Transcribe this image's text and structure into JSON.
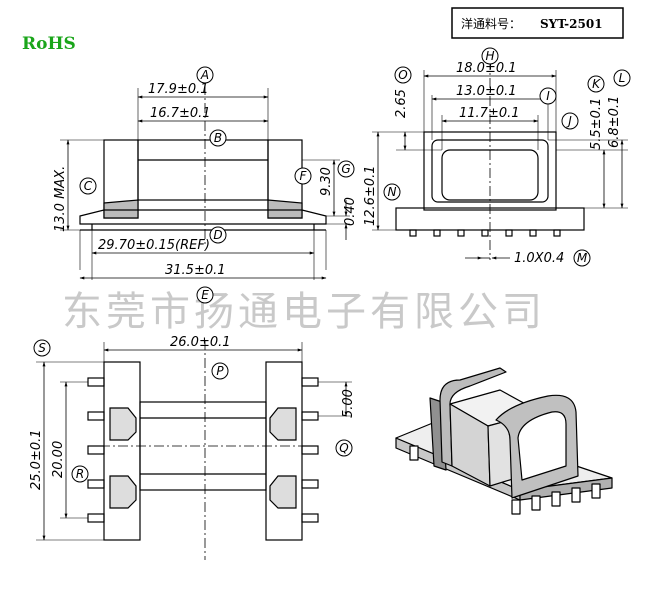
{
  "header": {
    "rohs": "RoHS",
    "part_label": "洋通料号：",
    "part_number": "SYT-2501"
  },
  "watermark": "东莞市扬通电子有限公司",
  "front_view": {
    "dim_A": "17.9±0.1",
    "dim_B": "16.7±0.1",
    "dim_C": "13.0 MAX.",
    "dim_F": "9.30",
    "dim_G": "0.40",
    "dim_D": "29.70±0.15(REF)",
    "dim_E": "31.5±0.1",
    "circles": [
      "A",
      "B",
      "C",
      "D",
      "E",
      "F",
      "G"
    ]
  },
  "side_view": {
    "dim_H": "18.0±0.1",
    "dim_I": "13.0±0.1",
    "dim_J": "11.7±0.1",
    "dim_O": "2.65",
    "dim_K": "5.5±0.1",
    "dim_L": "6.8±0.1",
    "dim_N": "12.6±0.1",
    "dim_M": "1.0X0.4",
    "circles": [
      "H",
      "I",
      "J",
      "K",
      "L",
      "M",
      "N",
      "O"
    ]
  },
  "top_view": {
    "dim_P": "26.0±0.1",
    "dim_S": "25.0±0.1",
    "dim_R": "20.00",
    "dim_Q": "5.00",
    "circles": [
      "P",
      "Q",
      "R",
      "S"
    ]
  }
}
